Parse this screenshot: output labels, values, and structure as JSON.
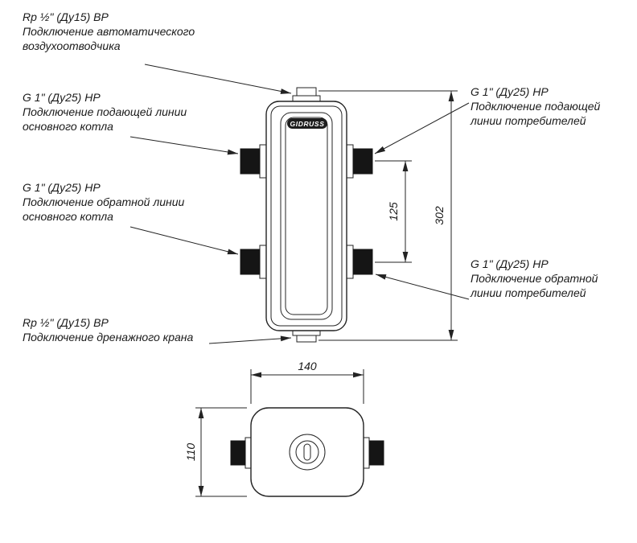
{
  "brand": "GIDRUSS",
  "labels": {
    "air_vent": {
      "line1": "Rp ½\" (Ду15) ВР",
      "line2": "Подключение автоматического",
      "line3": "воздухоотводчика"
    },
    "boiler_supply": {
      "line1": "G 1\" (Ду25) НР",
      "line2": "Подключение подающей линии",
      "line3": "основного котла"
    },
    "boiler_return": {
      "line1": "G 1\" (Ду25) НР",
      "line2": "Подключение обратной линии",
      "line3": "основного котла"
    },
    "drain": {
      "line1": "Rp ½\" (Ду15) ВР",
      "line2": "Подключение дренажного крана"
    },
    "consumer_supply": {
      "line1": "G 1\" (Ду25) НР",
      "line2": "Подключение подающей",
      "line3": "линии потребителей"
    },
    "consumer_return": {
      "line1": "G 1\" (Ду25) НР",
      "line2": "Подключение обратной",
      "line3": "линии потребителей"
    }
  },
  "dimensions": {
    "port_spacing": "125",
    "overall_height": "302",
    "overall_width": "140",
    "overall_depth": "110"
  }
}
